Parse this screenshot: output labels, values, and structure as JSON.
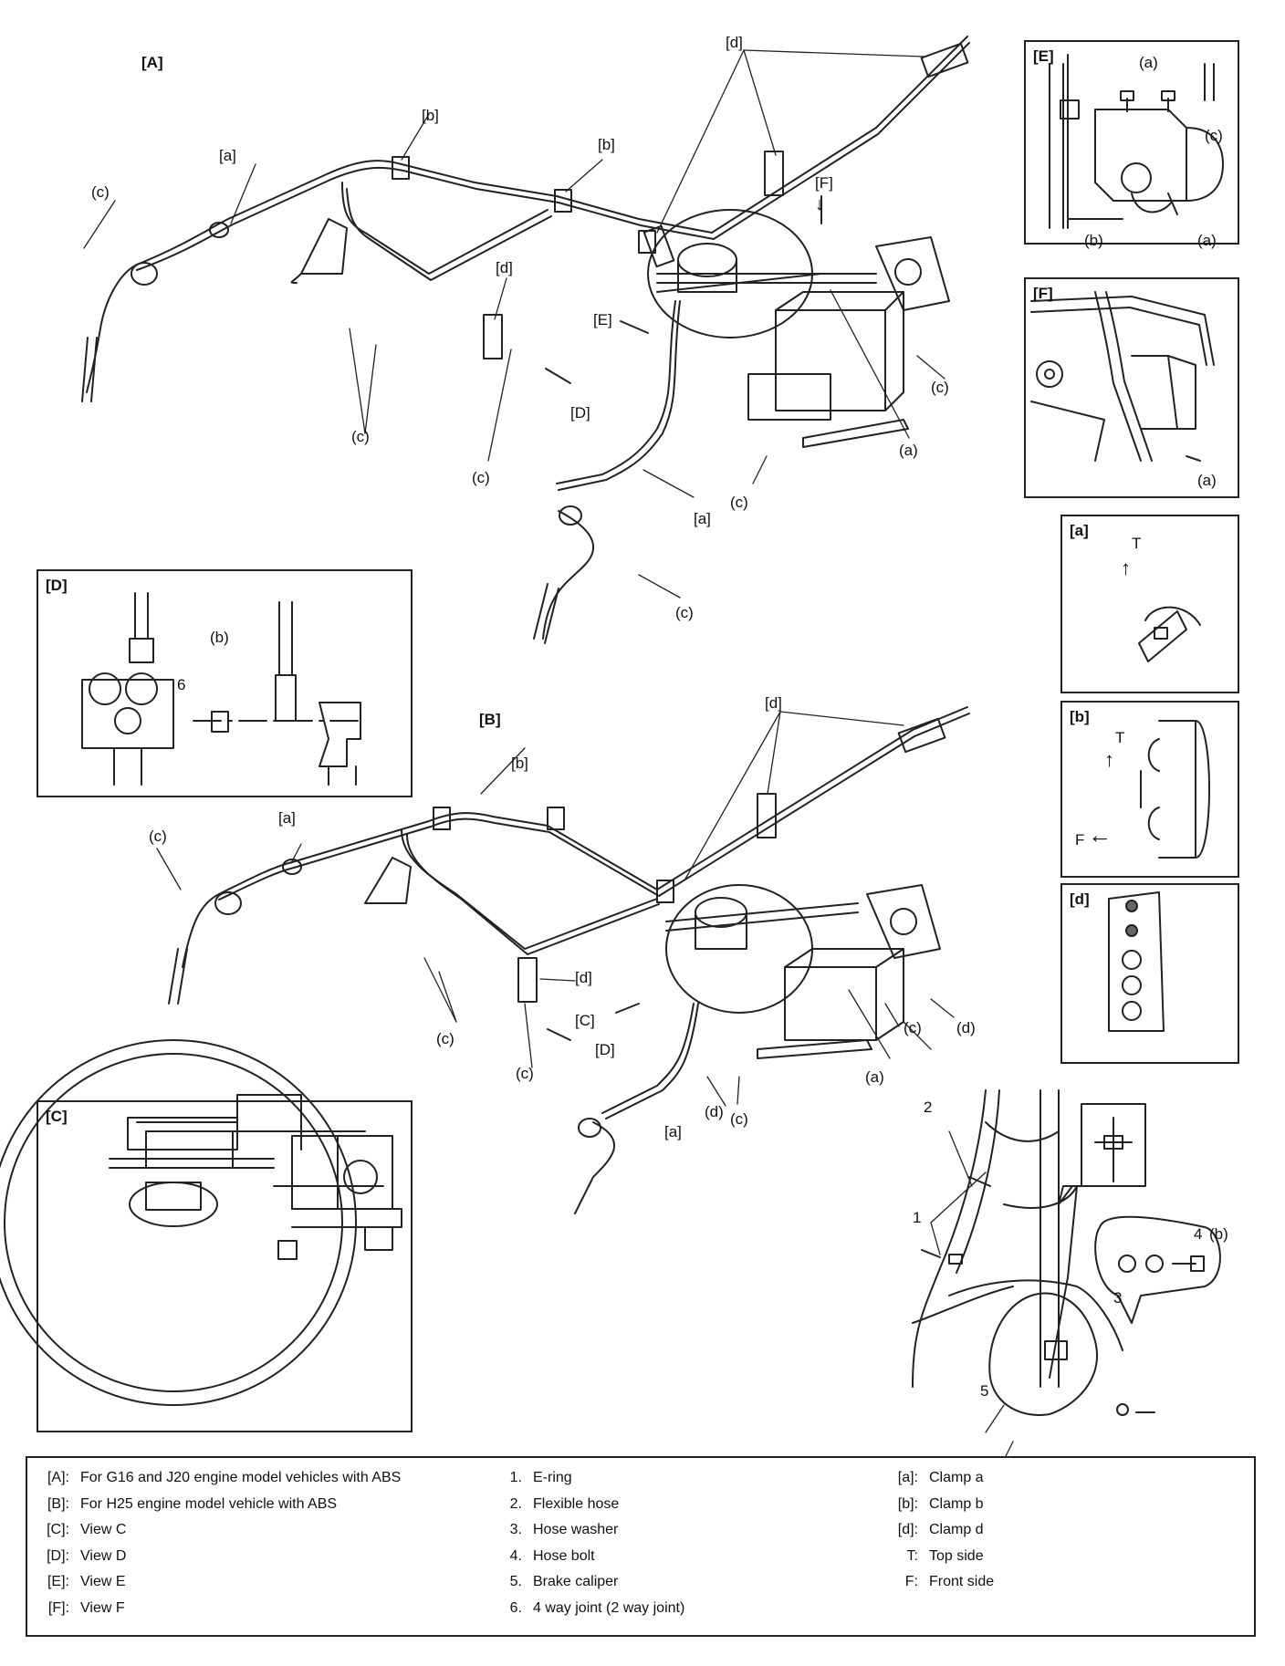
{
  "main_views": {
    "a_title": "[A]",
    "b_title": "[B]"
  },
  "callouts": {
    "clamp_a": "[a]",
    "clamp_b": "[b]",
    "clamp_d": "[d]",
    "pt_a": "(a)",
    "pt_b": "(b)",
    "pt_c": "(c)",
    "pt_d": "(d)",
    "view_c": "[C]",
    "view_d": "[D]",
    "view_e": "[E]",
    "view_f": "[F]",
    "num_1": "1",
    "num_2": "2",
    "num_3": "3",
    "num_4": "4",
    "num_5": "5",
    "num_6": "6",
    "top": "T",
    "front": "F"
  },
  "panels": {
    "E": "[E]",
    "F": "[F]",
    "a": "[a]",
    "b": "[b]",
    "d": "[d]",
    "D": "[D]",
    "C": "[C]"
  },
  "legend": {
    "col1": [
      {
        "key": "[A]:",
        "text": "For G16 and J20 engine model vehicles with ABS"
      },
      {
        "key": "[B]:",
        "text": "For H25 engine model vehicle with ABS"
      },
      {
        "key": "[C]:",
        "text": "View C"
      },
      {
        "key": "[D]:",
        "text": "View D"
      },
      {
        "key": "[E]:",
        "text": "View E"
      },
      {
        "key": "[F]:",
        "text": "View F"
      }
    ],
    "col2": [
      {
        "key": "1.",
        "text": "E-ring"
      },
      {
        "key": "2.",
        "text": "Flexible hose"
      },
      {
        "key": "3.",
        "text": "Hose washer"
      },
      {
        "key": "4.",
        "text": "Hose bolt"
      },
      {
        "key": "5.",
        "text": "Brake caliper"
      },
      {
        "key": "6.",
        "text": "4 way joint (2 way joint)"
      }
    ],
    "col3": [
      {
        "key": "[a]:",
        "text": "Clamp a"
      },
      {
        "key": "[b]:",
        "text": "Clamp b"
      },
      {
        "key": "[d]:",
        "text": "Clamp d"
      },
      {
        "key": "T:",
        "text": "Top side"
      },
      {
        "key": "F:",
        "text": "Front side"
      }
    ]
  }
}
